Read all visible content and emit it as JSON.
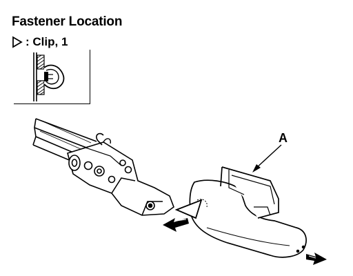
{
  "title": "Fastener Location",
  "legend": {
    "symbol_icon": "clip-triangle-icon",
    "label": ": Clip, 1"
  },
  "callout": {
    "label": "A"
  },
  "colors": {
    "ink": "#000000",
    "paper": "#ffffff"
  }
}
